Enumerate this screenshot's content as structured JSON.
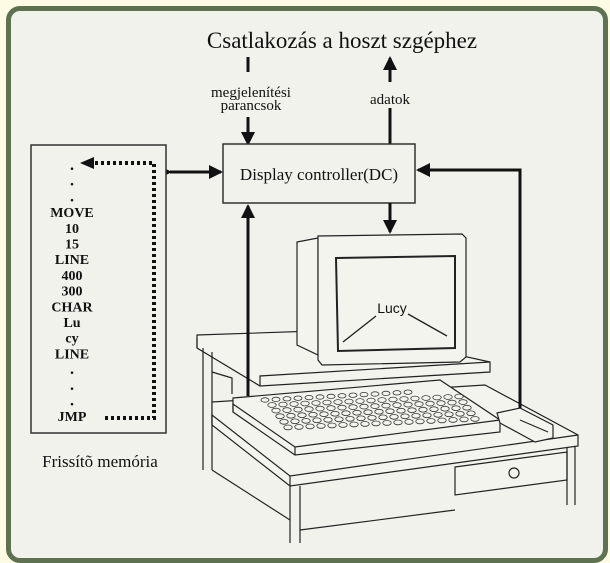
{
  "title": "Csatlakozás a hoszt szgéphez",
  "labels": {
    "commands_line1": "megjelenítési",
    "commands_line2": "parancsok",
    "data": "adatok",
    "controller": "Display controller(DC)",
    "memory_caption": "Frissítõ memória",
    "screen_text": "Lucy"
  },
  "memory": {
    "items": [
      ".",
      ".",
      ".",
      "MOVE",
      "10",
      "15",
      "LINE",
      "400",
      "300",
      "CHAR",
      "Lu",
      "cy",
      "LINE",
      ".",
      ".",
      ".",
      "JMP"
    ]
  },
  "colors": {
    "frame_border": "#5e7250",
    "background": "#f2f2ec",
    "outer": "#fdfbe4",
    "ink": "#111111"
  }
}
